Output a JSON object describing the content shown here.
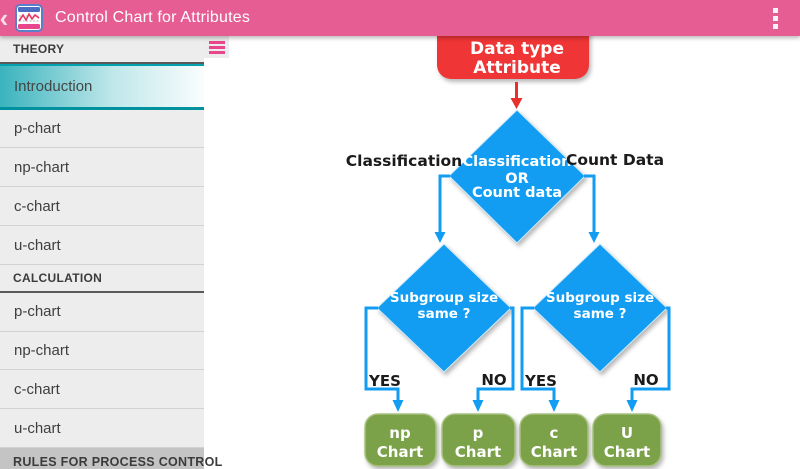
{
  "header": {
    "title": "Control Chart for Attributes",
    "back_icon": "‹",
    "overflow_icon": "vertical-3-dots",
    "color_bg": "#e55d92"
  },
  "sidebar": {
    "selected": "Introduction",
    "sections": [
      {
        "label": "THEORY",
        "items": [
          "Introduction",
          "p-chart",
          "np-chart",
          "c-chart",
          "u-chart"
        ]
      },
      {
        "label": "CALCULATION",
        "items": [
          "p-chart",
          "np-chart",
          "c-chart",
          "u-chart"
        ]
      },
      {
        "label": "RULES FOR PROCESS CONTROL",
        "items": []
      }
    ]
  },
  "flowchart": {
    "start": {
      "lines": [
        "Data type",
        "Attribute"
      ],
      "color": "#ef3536"
    },
    "decision1": {
      "lines": [
        "Classification",
        "OR",
        "Count data"
      ],
      "color": "#129df2"
    },
    "branch_left_label": "Classification",
    "branch_right_label": "Count Data",
    "decision_left": {
      "lines": [
        "Subgroup size",
        "same ?"
      ],
      "color": "#129df2"
    },
    "decision_right": {
      "lines": [
        "Subgroup size",
        "same ?"
      ],
      "color": "#129df2"
    },
    "yes_label": "YES",
    "no_label": "NO",
    "results": [
      {
        "lines": [
          "np",
          "Chart"
        ]
      },
      {
        "lines": [
          "p",
          "Chart"
        ]
      },
      {
        "lines": [
          "c",
          "Chart"
        ]
      },
      {
        "lines": [
          "U",
          "Chart"
        ]
      }
    ],
    "result_color": "#7ba149"
  }
}
